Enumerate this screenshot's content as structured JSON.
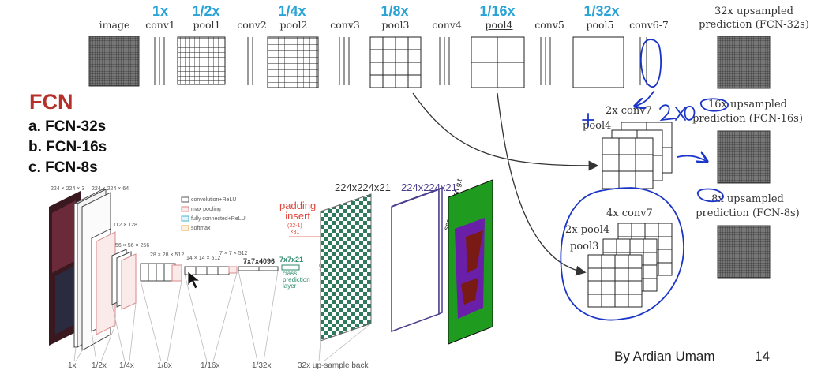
{
  "top": {
    "scales": [
      "1x",
      "1/2x",
      "1/4x",
      "1/8x",
      "1/16x",
      "1/32x"
    ],
    "layers": [
      "image",
      "conv1",
      "pool1",
      "conv2",
      "pool2",
      "conv3",
      "pool3",
      "conv4",
      "pool4",
      "conv5",
      "pool5",
      "conv6-7"
    ],
    "outputs": [
      {
        "line1": "32x upsampled",
        "line2": "prediction (FCN-32s)"
      },
      {
        "line1": "16x upsampled",
        "line2": "prediction (FCN-16s)"
      },
      {
        "line1": "8x upsampled",
        "line2": "prediction (FCN-8s)"
      }
    ]
  },
  "mid": {
    "conv_2x": "2x conv7",
    "pool4_label": "pool4",
    "conv_4x": "4x conv7",
    "pool4_2x": "2x pool4",
    "pool3_label": "pool3"
  },
  "left": {
    "title": "FCN",
    "items": [
      "a. FCN-32s",
      "b. FCN-16s",
      "c. FCN-8s"
    ]
  },
  "vgg": {
    "dims": [
      "224 × 224 × 3",
      "224 × 224 × 64",
      "112 × 112 × 128",
      "56 × 56 × 256",
      "28 × 28 × 512",
      "14 × 14 × 512",
      "7 × 7 × 512",
      "7x7x4096",
      "7x7x21"
    ],
    "legend": [
      "convolution+ReLU",
      "max pooling",
      "fully connected+ReLU",
      "softmax"
    ],
    "padding_label": "padding",
    "insert_label": "insert",
    "formula": "(32-1)\n×31",
    "class_layer": "class\nprediction\nlayer",
    "output_dim_1": "224x224x21",
    "output_dim_2": "224x224x21",
    "seg_label": "segmentation g.t",
    "scales_bottom": [
      "1x",
      "1/2x",
      "1/4x",
      "1/8x",
      "1/16x",
      "1/32x",
      "32x up-sample back"
    ]
  },
  "footer": {
    "author": "By Ardian Umam",
    "page": "14"
  },
  "colors": {
    "accent_blue": "#2aa3d6",
    "title_red": "#b5312b",
    "ink_blue": "#1a35c8",
    "seg_purple": "#6a1fa8",
    "seg_green": "#1f9b1f",
    "seg_red": "#7a1a14"
  }
}
